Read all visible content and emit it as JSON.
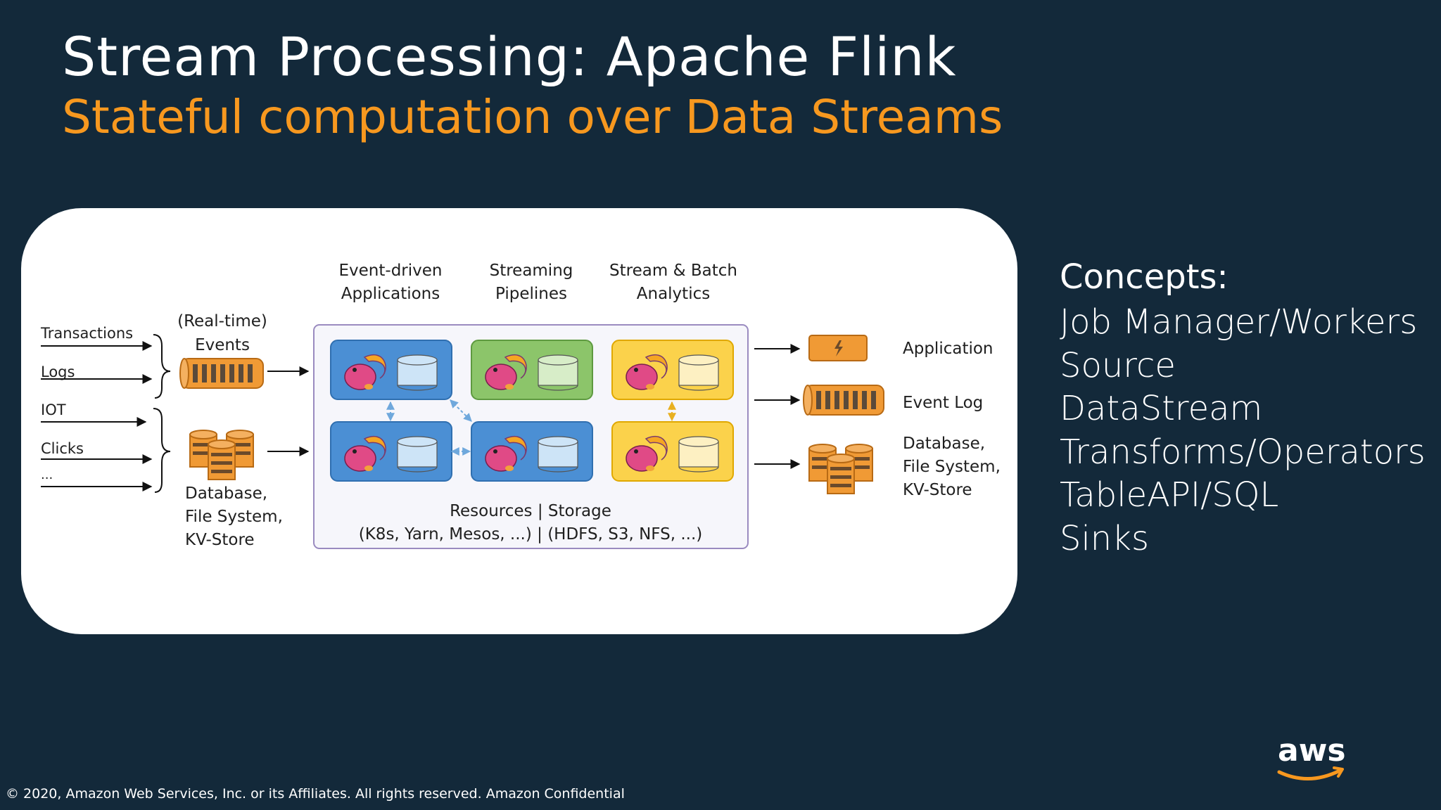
{
  "slide": {
    "title": "Stream Processing: Apache Flink",
    "subtitle": "Stateful computation over Data Streams",
    "footer": "© 2020, Amazon Web Services, Inc. or its Affiliates. All rights reserved. Amazon Confidential",
    "logo_text": "aws"
  },
  "diagram": {
    "inputs": [
      "Transactions",
      "Logs",
      "IOT",
      "Clicks",
      "..."
    ],
    "events_label": [
      "(Real-time)",
      "Events"
    ],
    "database_label": [
      "Database,",
      "File System,",
      "KV-Store"
    ],
    "column_headers": [
      [
        "Event-driven",
        "Applications"
      ],
      [
        "Streaming",
        "Pipelines"
      ],
      [
        "Stream & Batch",
        "Analytics"
      ]
    ],
    "resources_label": [
      "Resources | Storage",
      "(K8s, Yarn, Mesos, ...) | (HDFS, S3, NFS, ...)"
    ],
    "outputs": {
      "application": "Application",
      "event_log": "Event Log",
      "database": [
        "Database,",
        "File System,",
        "KV-Store"
      ]
    },
    "colors": {
      "blue": "#4b8fd4",
      "green": "#8cc56a",
      "yellow": "#fbd24b",
      "orange": "#f09a35",
      "panel_border": "#9a8bc0"
    }
  },
  "concepts": {
    "heading": "Concepts:",
    "items": [
      "Job Manager/Workers",
      "Source",
      "DataStream",
      "Transforms/Operators",
      "TableAPI/SQL",
      "Sinks"
    ]
  }
}
